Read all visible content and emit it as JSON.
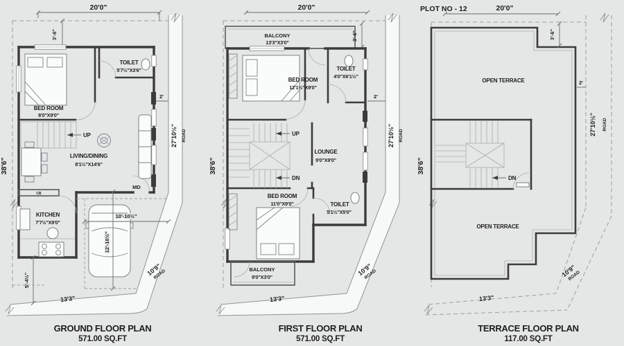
{
  "drawing": {
    "plot_label": "PLOT NO - 12",
    "colors": {
      "background": "#e5e6e6",
      "wall": "#3b3b3c",
      "road": "#f7f8f8",
      "text": "#1d1d1d"
    }
  },
  "shared": {
    "width_dim": "20'0\"",
    "depth_dim": "38'6\"",
    "right_road_dim": "27'10½\"",
    "road_label": "ROAD",
    "bottom_road_dim": "10'9\"",
    "bottom_edge_dim": "13'3\"",
    "front_setback_dim": "3'-6\"",
    "side_setback_dim": "2'"
  },
  "ground": {
    "title": "GROUND FLOOR PLAN",
    "area": "571.00 SQ.FT",
    "bedroom_name": "BED ROOM",
    "bedroom_size": "8'0\"X9'0\"",
    "toilet_name": "TOILET",
    "toilet_size": "5'7½\"X3'6\"",
    "living_name": "LIVING/DINING",
    "living_size": "8'1½\"X14'6\"",
    "kitchen_name": "KITCHEN",
    "kitchen_size": "7'7½\"X9'0\"",
    "stair_label": "UP",
    "main_door_label": "MD",
    "cupboard_label": "CB",
    "porch_width_dim": "10'-10½\"",
    "porch_depth_dim": "12'-10½\"",
    "rear_setback_dim": "5'-4½\""
  },
  "first": {
    "title": "FIRST FLOOR PLAN",
    "area": "571.00 SQ.FT",
    "balcony_top_name": "BALCONY",
    "balcony_top_size": "13'3\"X3'0\"",
    "bedroom_top_name": "BED ROOM",
    "bedroom_top_size": "12'1½\"X9'0\"",
    "toilet_top_name": "TOILET",
    "toilet_top_size": "4'0\"X6'1½\"",
    "lounge_name": "LOUNGE",
    "lounge_size": "9'0\"X9'0\"",
    "bedroom_bottom_name": "BED ROOM",
    "bedroom_bottom_size": "11'0\"X9'0\"",
    "toilet_bottom_name": "TOILET",
    "toilet_bottom_size": "5'1½\"X5'0\"",
    "balcony_bottom_name": "BALCONY",
    "balcony_bottom_size": "9'0\"X3'0\"",
    "stair_up_label": "UP",
    "stair_down_label": "DN"
  },
  "terrace": {
    "title": "TERRACE FLOOR PLAN",
    "area": "117.00 SQ.FT",
    "open_terrace_top_label": "OPEN TERRACE",
    "open_terrace_bottom_label": "OPEN TERRACE",
    "stair_down_label": "DN"
  }
}
